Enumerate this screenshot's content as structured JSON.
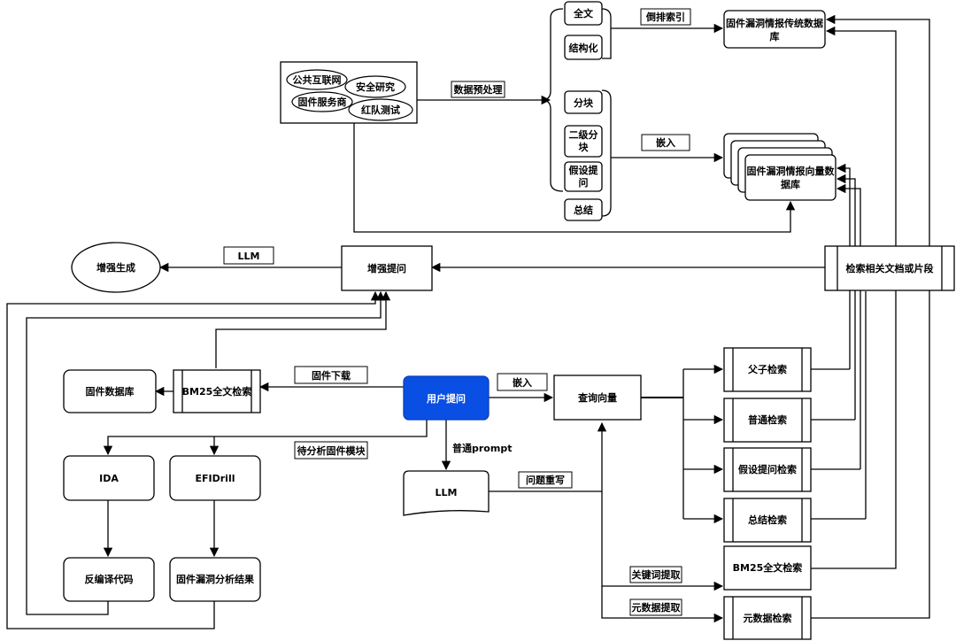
{
  "sources": {
    "public_internet": "公共互联网",
    "security_research": "安全研究",
    "firmware_vendor": "固件服务商",
    "red_team": "红队测试"
  },
  "edge_labels": {
    "data_preprocess": "数据预处理",
    "inverted_index": "倒排索引",
    "embed_top": "嵌入",
    "llm_top": "LLM",
    "firmware_download": "固件下载",
    "embed_mid": "嵌入",
    "to_analyze": "待分析固件模块",
    "normal_prompt": "普通prompt",
    "question_rewrite": "问题重写",
    "keyword_extract": "关键词提取",
    "metadata_extract": "元数据提取"
  },
  "chunking": {
    "full_text": "全文",
    "structured": "结构化",
    "chunk": "分块",
    "secondary_chunk_1": "二级分",
    "secondary_chunk_2": "块",
    "hypo_q_1": "假设提",
    "hypo_q_2": "问",
    "summary": "总结"
  },
  "databases": {
    "traditional_1": "固件漏洞情报传统数据",
    "traditional_2": "库",
    "vector_1": "固件漏洞情报向量数",
    "vector_2": "据库"
  },
  "nodes": {
    "augmented_generation": "增强生成",
    "augmented_question": "增强提问",
    "retrieve_docs": "检索相关文档或片段",
    "firmware_db": "固件数据库",
    "bm25_left": "BM25全文检索",
    "user_question": "用户提问",
    "query_vector": "查询向量",
    "llm_mid": "LLM",
    "ida": "IDA",
    "efidrill": "EFIDrill",
    "decompiled_code": "反编译代码",
    "vuln_analysis_result": "固件漏洞分析结果"
  },
  "retrievers": {
    "parent_child": "父子检索",
    "normal": "普通检索",
    "hypothetical": "假设提问检索",
    "summary": "总结检索",
    "bm25": "BM25全文检索",
    "metadata": "元数据检索"
  },
  "colors": {
    "highlight_fill": "#0a4fe4",
    "line": "#000000",
    "background": "#ffffff"
  }
}
